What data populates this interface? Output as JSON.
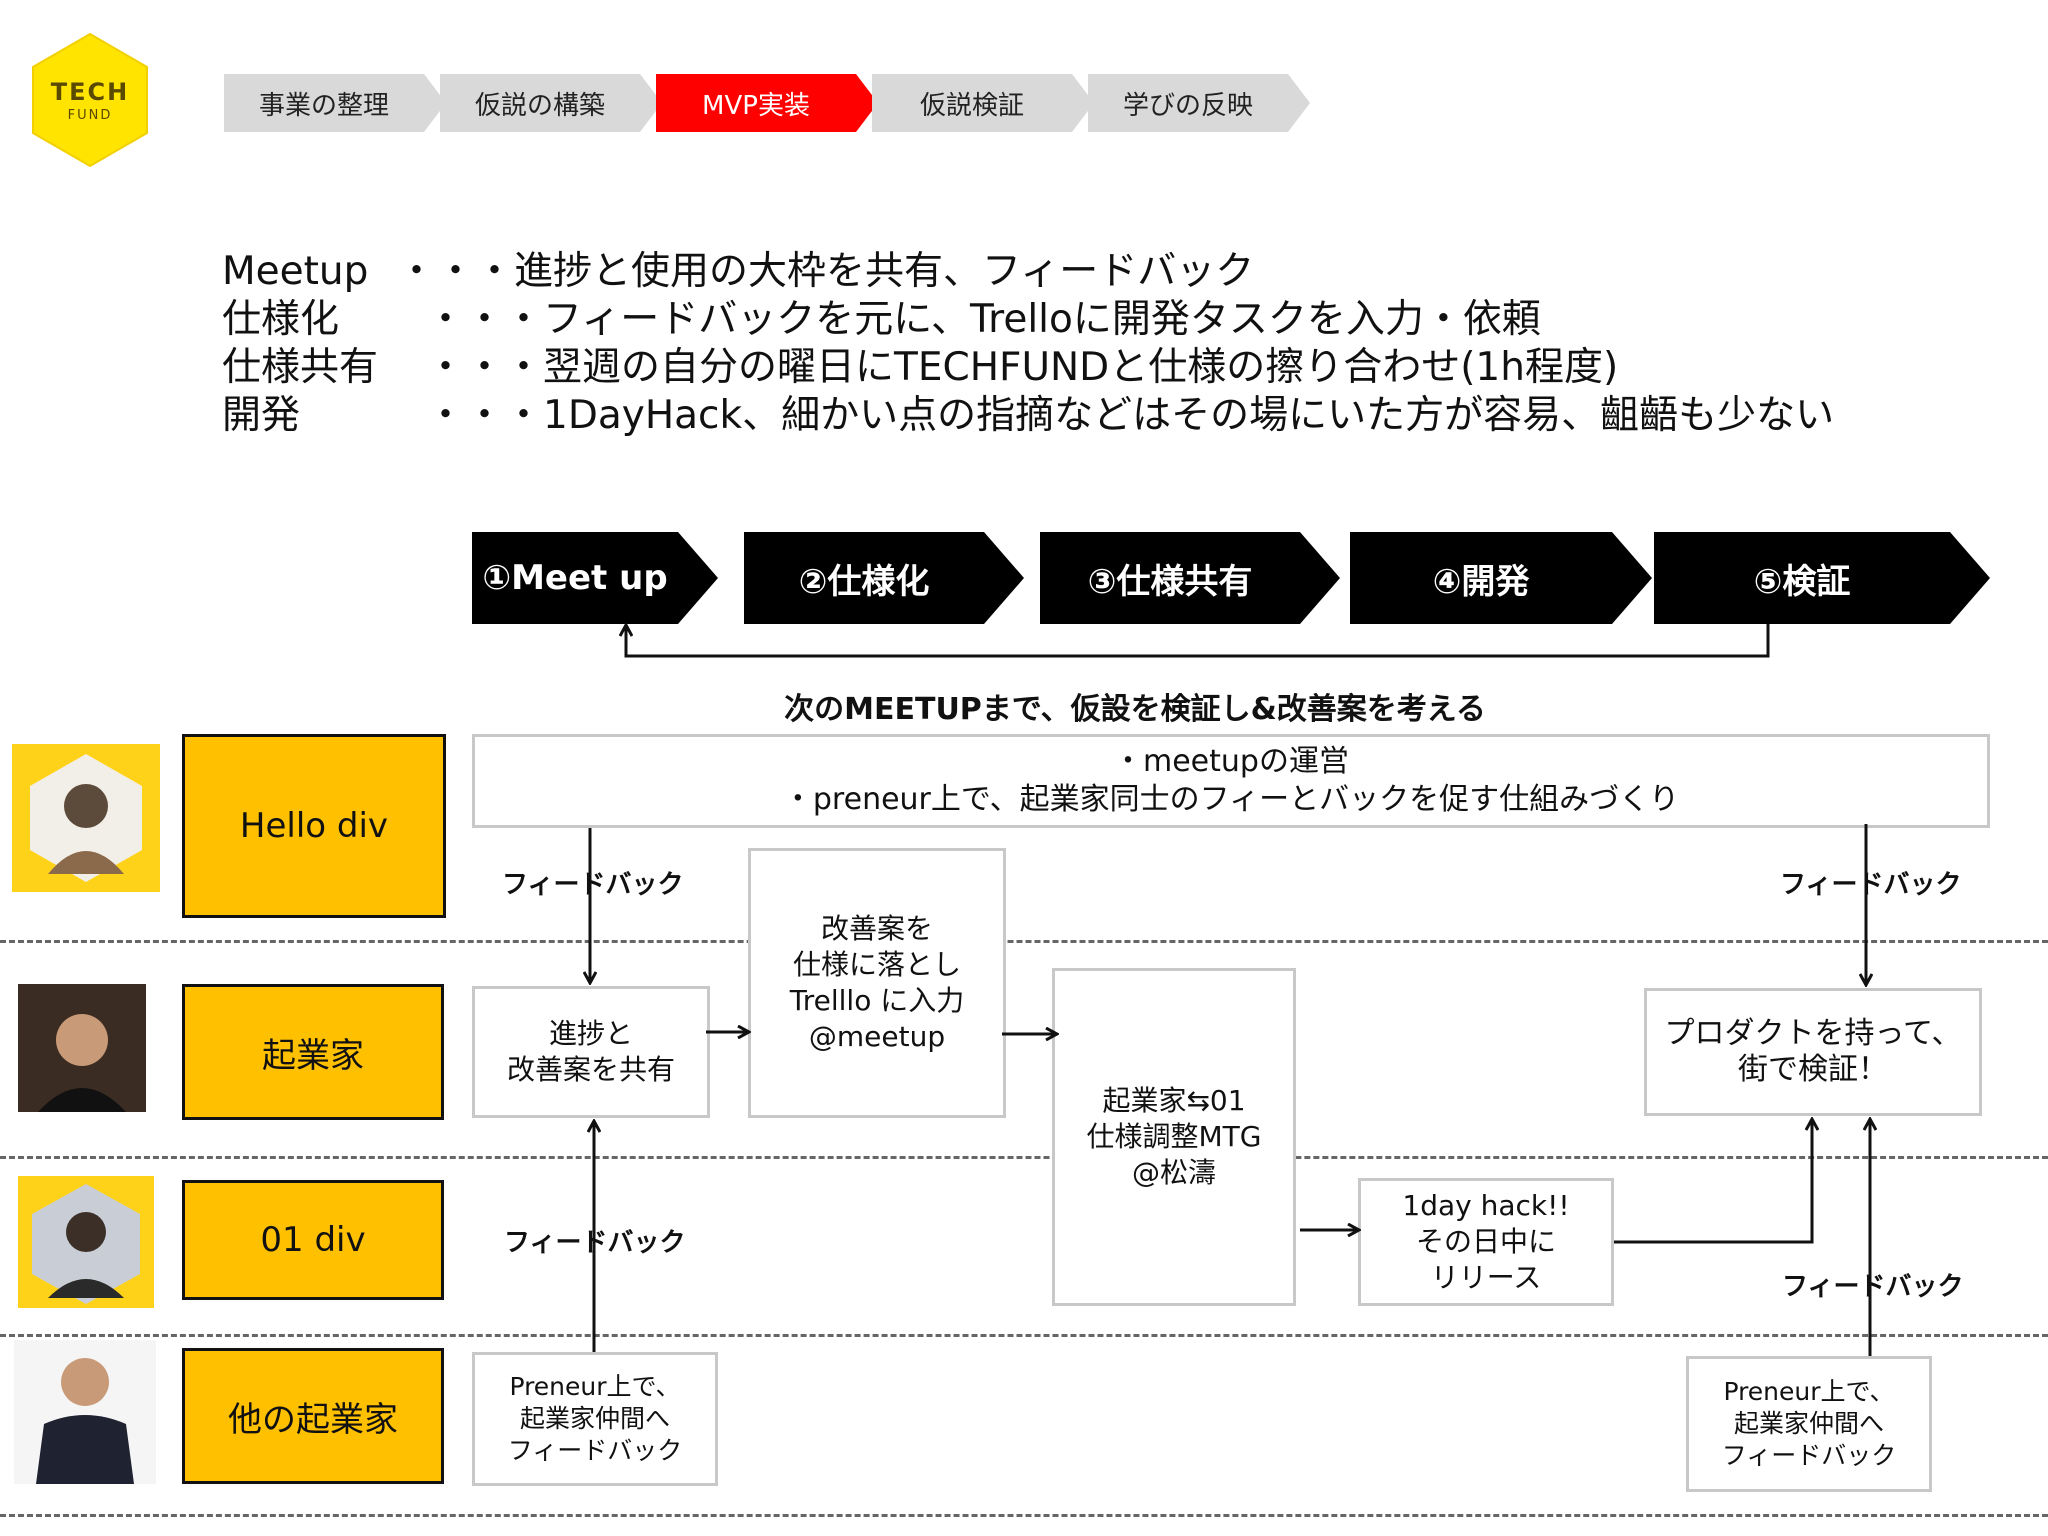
{
  "brand": {
    "logo_line1": "TECH",
    "logo_line2": "FUND",
    "logo_color": "#ffe000"
  },
  "breadcrumb": [
    {
      "label": "事業の整理",
      "active": false
    },
    {
      "label": "仮説の構築",
      "active": false
    },
    {
      "label": "MVP実装",
      "active": true
    },
    {
      "label": "仮説検証",
      "active": false
    },
    {
      "label": "学びの反映",
      "active": false
    }
  ],
  "description": [
    {
      "label": "Meetup",
      "text": "・・・進捗と使用の大枠を共有、フィードバック"
    },
    {
      "label": "仕様化",
      "text": "・・・フィードバックを元に、Trelloに開発タスクを入力・依頼"
    },
    {
      "label": "仕様共有",
      "text": "・・・翌週の自分の曜日にTECHFUNDと仕様の擦り合わせ(1h程度)"
    },
    {
      "label": "開発",
      "text": "・・・1DayHack、細かい点の指摘などはその場にいた方が容易、齟齬も少ない"
    }
  ],
  "steps": [
    "①Meet up",
    "②仕様化",
    "③仕様共有",
    "④開発",
    "⑤検証"
  ],
  "loop_caption": "次のMEETUPまで、仮設を検証し&改善案を考える",
  "lanes": [
    {
      "role": "Hello div"
    },
    {
      "role": "起業家"
    },
    {
      "role": "01 div"
    },
    {
      "role": "他の起業家"
    }
  ],
  "boxes": {
    "top_banner": "・meetupの運営\n・preneur上で、起業家同士のフィーとバックを促す仕組みづくり",
    "share": "進捗と\n改善案を共有",
    "trello": "改善案を\n仕様に落とし\nTrelllo に入力\n@meetup",
    "mtg": "起業家⇆01\n仕様調整MTG\n@松濤",
    "hack": "1day hack!!\nその日中に\nリリース",
    "verify": "プロダクトを持って、\n街で検証！",
    "preneur_left": "Preneur上で、\n起業家仲間へ\nフィードバック",
    "preneur_right": "Preneur上で、\n起業家仲間へ\nフィードバック"
  },
  "feedback_labels": [
    "フィードバック",
    "フィードバック",
    "フィードバック",
    "フィードバック"
  ],
  "colors": {
    "active": "#ff0000",
    "role_fill": "#ffc000",
    "step_fill": "#000000"
  }
}
